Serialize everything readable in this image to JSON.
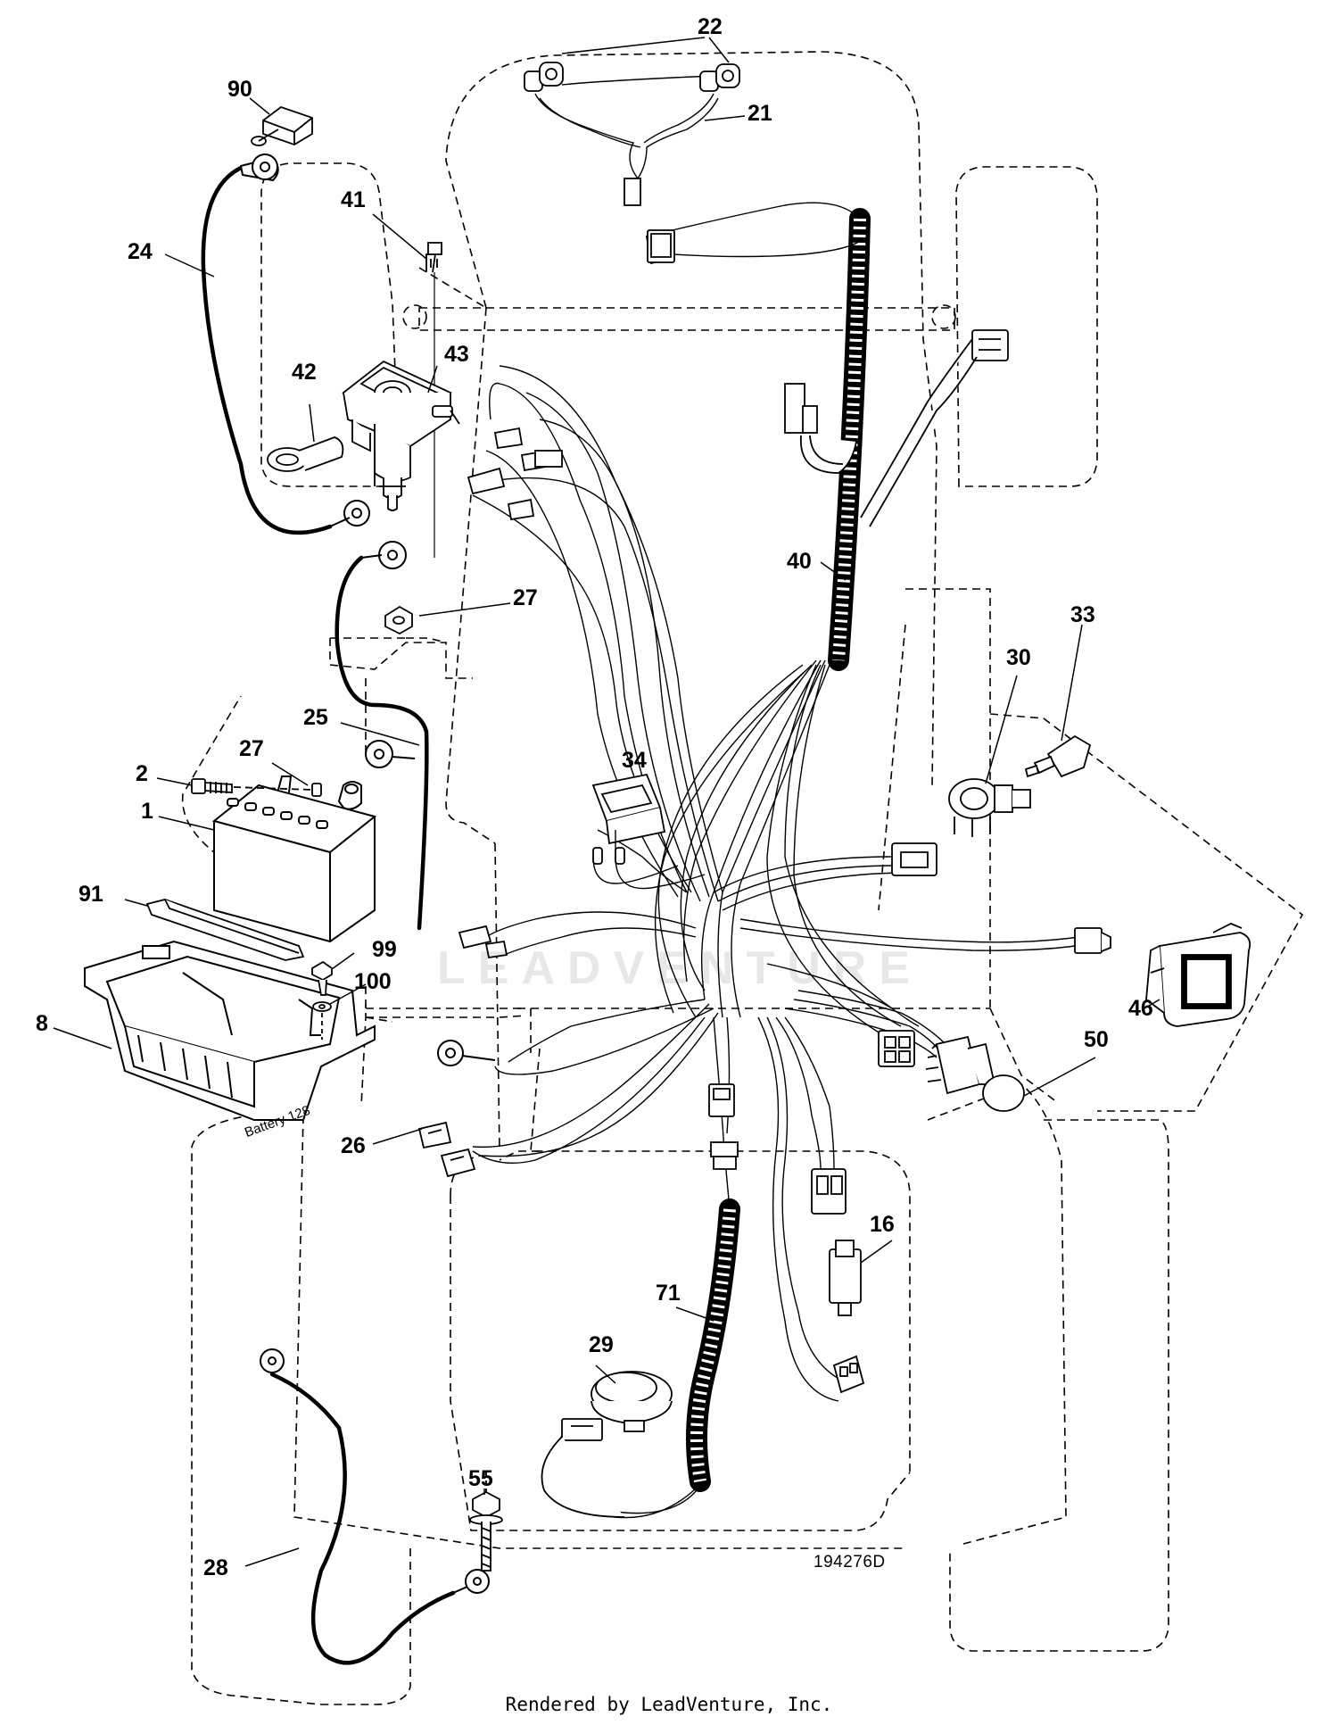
{
  "callouts": [
    {
      "id": "22",
      "label": "22"
    },
    {
      "id": "21",
      "label": "21"
    },
    {
      "id": "90",
      "label": "90"
    },
    {
      "id": "41",
      "label": "41"
    },
    {
      "id": "24",
      "label": "24"
    },
    {
      "id": "42",
      "label": "42"
    },
    {
      "id": "43",
      "label": "43"
    },
    {
      "id": "40",
      "label": "40"
    },
    {
      "id": "27a",
      "label": "27"
    },
    {
      "id": "33",
      "label": "33"
    },
    {
      "id": "30",
      "label": "30"
    },
    {
      "id": "25",
      "label": "25"
    },
    {
      "id": "2",
      "label": "2"
    },
    {
      "id": "27b",
      "label": "27"
    },
    {
      "id": "34",
      "label": "34"
    },
    {
      "id": "1",
      "label": "1"
    },
    {
      "id": "91",
      "label": "91"
    },
    {
      "id": "99",
      "label": "99"
    },
    {
      "id": "100",
      "label": "100"
    },
    {
      "id": "8",
      "label": "8"
    },
    {
      "id": "46",
      "label": "46"
    },
    {
      "id": "50",
      "label": "50"
    },
    {
      "id": "26",
      "label": "26"
    },
    {
      "id": "16",
      "label": "16"
    },
    {
      "id": "71",
      "label": "71"
    },
    {
      "id": "29",
      "label": "29"
    },
    {
      "id": "55",
      "label": "55"
    },
    {
      "id": "28",
      "label": "28"
    }
  ],
  "battery_label": "Battery 128",
  "drawing_number": "194276D",
  "watermark": "LEADVENTURE",
  "footer": "Rendered by LeadVenture, Inc."
}
